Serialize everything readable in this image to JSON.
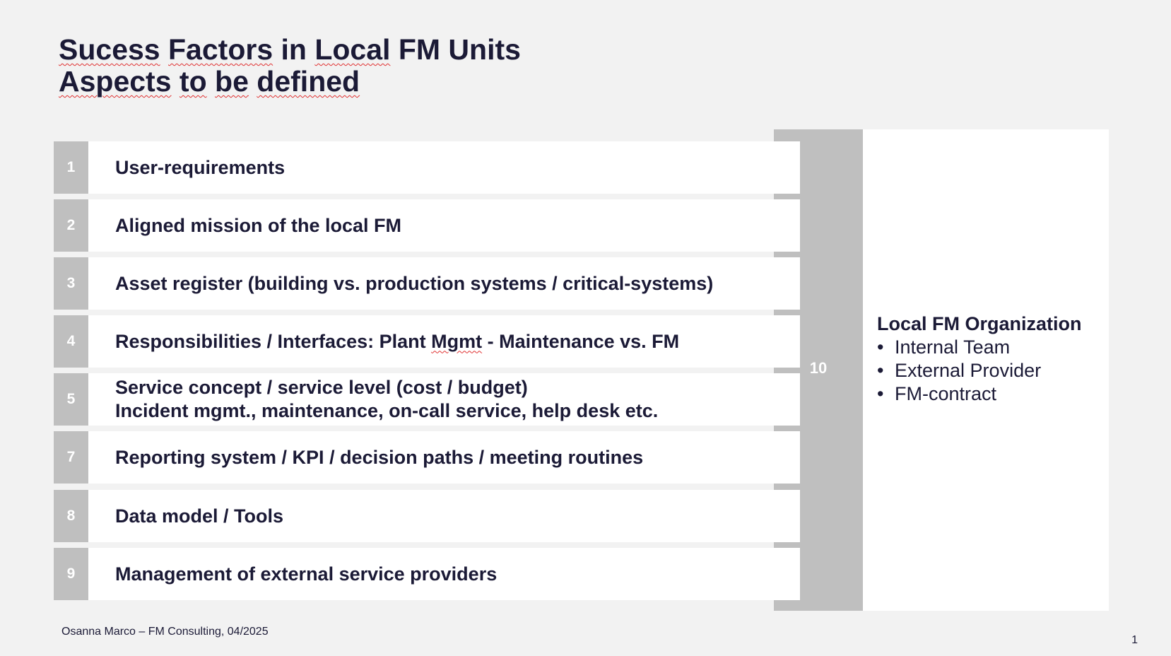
{
  "title": {
    "line1": [
      "Sucess",
      " ",
      "Factors",
      " in ",
      "Local",
      " FM Units"
    ],
    "line2": [
      "Aspects",
      " ",
      "to",
      " ",
      "be",
      " ",
      "defined"
    ]
  },
  "rows": [
    {
      "number": "1",
      "lines": [
        "User-requirements"
      ]
    },
    {
      "number": "2",
      "lines": [
        "Aligned mission of the local FM"
      ]
    },
    {
      "number": "3",
      "lines": [
        "Asset register (building vs. production systems / critical-systems)"
      ]
    },
    {
      "number": "4",
      "lines": [
        "Responsibilities / Interfaces: Plant ",
        "Mgmt",
        " - Maintenance vs. FM"
      ]
    },
    {
      "number": "5",
      "lines": [
        "Service concept / service level (cost / budget)",
        "Incident mgmt., maintenance, on-call service, help desk etc."
      ]
    },
    {
      "number": "7",
      "lines": [
        "Reporting system / KPI / decision paths / meeting routines"
      ]
    },
    {
      "number": "8",
      "lines": [
        "Data model / Tools"
      ]
    },
    {
      "number": "9",
      "lines": [
        "Management of external service providers"
      ]
    }
  ],
  "bar_number": "10",
  "org": {
    "title": "Local FM Organization",
    "items": [
      "Internal Team",
      "External Provider",
      "FM-contract"
    ]
  },
  "footer": "Osanna Marco – FM Consulting, 04/2025",
  "page_number": "1",
  "colors": {
    "background": "#f2f2f2",
    "text": "#1b1a36",
    "number_box": "#bfbfbf",
    "card": "#ffffff",
    "spellcheck": "#e03030"
  }
}
